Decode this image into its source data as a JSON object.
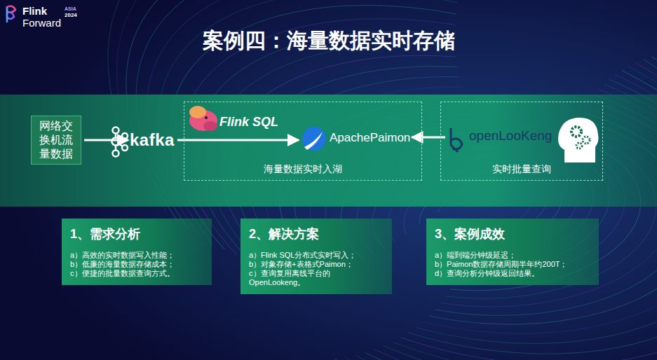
{
  "diagram": {
    "title": "案例四：海量数据实时存储",
    "nodes": [
      {
        "text": [
          "网络交换机流量数据"
        ]
      },
      {
        "text": [
          "kafka"
        ]
      },
      {
        "text": [
          "海量数据实时入湖"
        ]
      },
      {
        "text": [
          "Flink SQL"
        ],
        "in": 2
      },
      {
        "text": [
          "ApachePaimon"
        ],
        "in": 2
      },
      {
        "text": [
          "实时批量查询"
        ]
      },
      {
        "text": [
          "openLooKeng"
        ],
        "in": 5
      },
      {
        "text": [
          "1、需求分析",
          "a）高效的实时数据写入性能；",
          "b）低廉的海量数据存储成本；",
          "c）便捷的批量数据查询方式。"
        ]
      },
      {
        "text": [
          "2、解决方案",
          "a）Flink SQL分布式实时写入；",
          "b）对象存储+表格式Paimon；",
          "c）查询复用离线平台的 OpenLookeng。"
        ]
      },
      {
        "text": [
          "3、案例成效",
          "a）端到端分钟级延迟；",
          "b）Paimon数据存储周期半年约200T；",
          "d）查询分析分钟级返回结果。"
        ]
      }
    ],
    "edges": [
      {
        "from": 0,
        "to": 1,
        "arrow": "to"
      },
      {
        "from": 1,
        "to": 4,
        "arrow": "to"
      },
      {
        "from": 6,
        "to": 4,
        "arrow": "to"
      }
    ],
    "labels": [
      "Flink",
      "Forward",
      "ASIA",
      "2024"
    ]
  }
}
